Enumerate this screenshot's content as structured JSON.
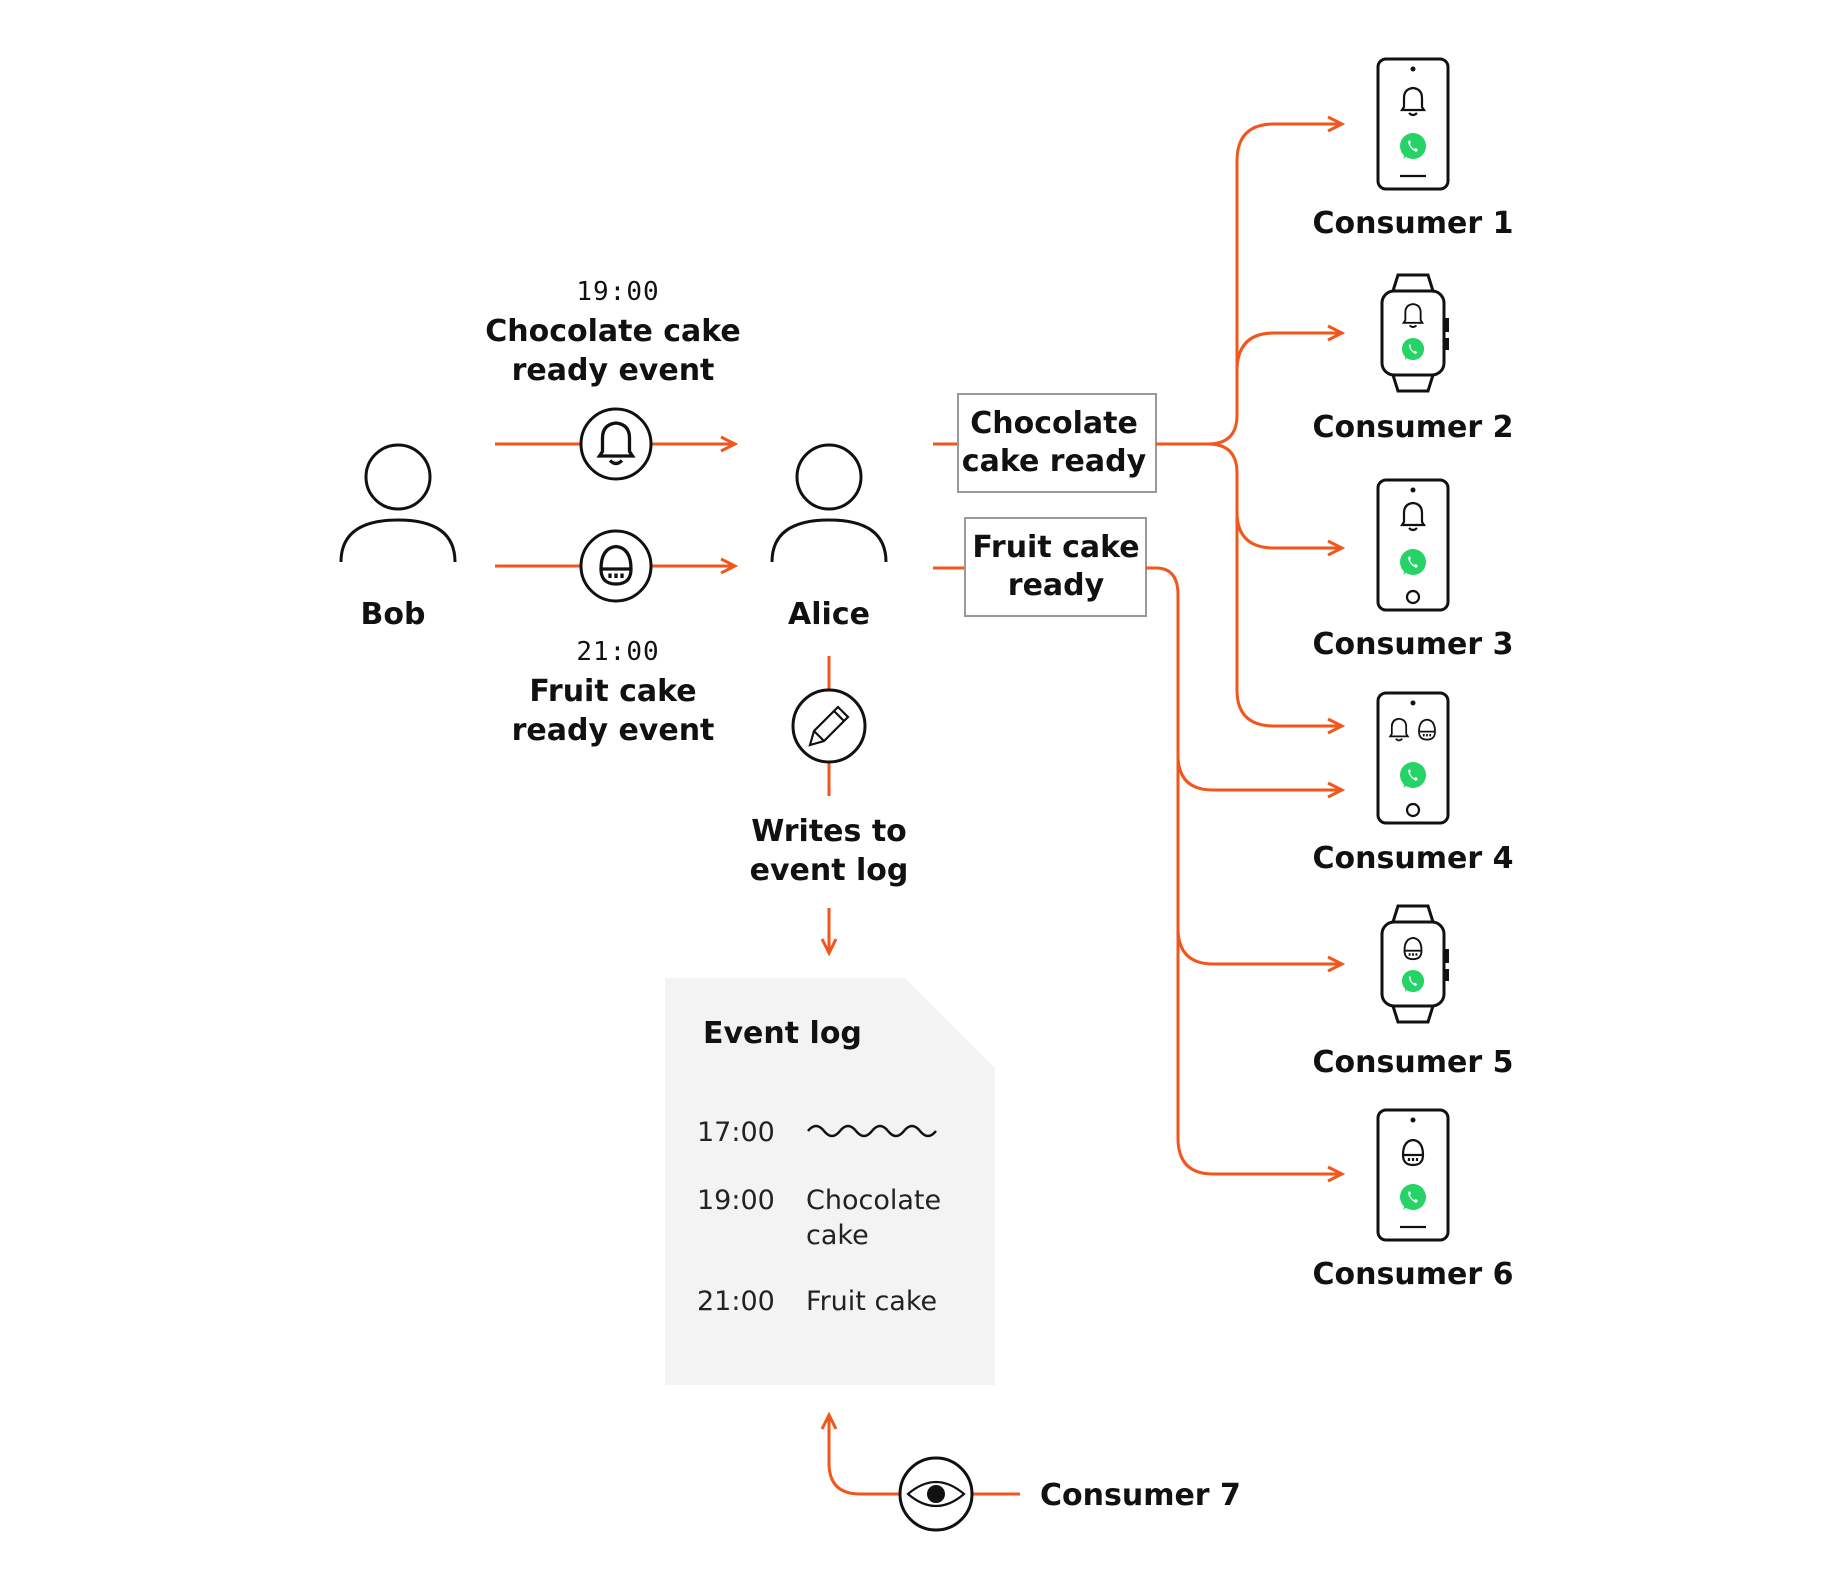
{
  "actors": {
    "bob": "Bob",
    "alice": "Alice"
  },
  "events": {
    "chocolate": {
      "time": "19:00",
      "line1": "Chocolate cake",
      "line2": "ready event"
    },
    "fruit": {
      "time": "21:00",
      "line1": "Fruit cake",
      "line2": "ready event"
    }
  },
  "topics": {
    "chocolate": {
      "line1": "Chocolate",
      "line2": "cake ready"
    },
    "fruit": {
      "line1": "Fruit cake",
      "line2": "ready"
    }
  },
  "writes": {
    "line1": "Writes to",
    "line2": "event log"
  },
  "event_log": {
    "title": "Event log",
    "entries": [
      {
        "time": "17:00",
        "line1": "",
        "line2": ""
      },
      {
        "time": "19:00",
        "line1": "Chocolate",
        "line2": "cake"
      },
      {
        "time": "21:00",
        "line1": "Fruit cake",
        "line2": ""
      }
    ]
  },
  "consumers": [
    {
      "label": "Consumer 1",
      "device": "phone",
      "icons": "bell"
    },
    {
      "label": "Consumer 2",
      "device": "watch",
      "icons": "bell"
    },
    {
      "label": "Consumer 3",
      "device": "phone",
      "icons": "bell"
    },
    {
      "label": "Consumer 4",
      "device": "phone",
      "icons": "bell+egg-timer"
    },
    {
      "label": "Consumer 5",
      "device": "watch",
      "icons": "egg-timer"
    },
    {
      "label": "Consumer 6",
      "device": "phone",
      "icons": "egg-timer"
    },
    {
      "label": "Consumer 7",
      "device": "eye",
      "icons": "eye"
    }
  ],
  "colors": {
    "accent": "#f2561d",
    "ink": "#111111",
    "log_bg": "#f3f3f3",
    "whatsapp": "#25d366"
  }
}
